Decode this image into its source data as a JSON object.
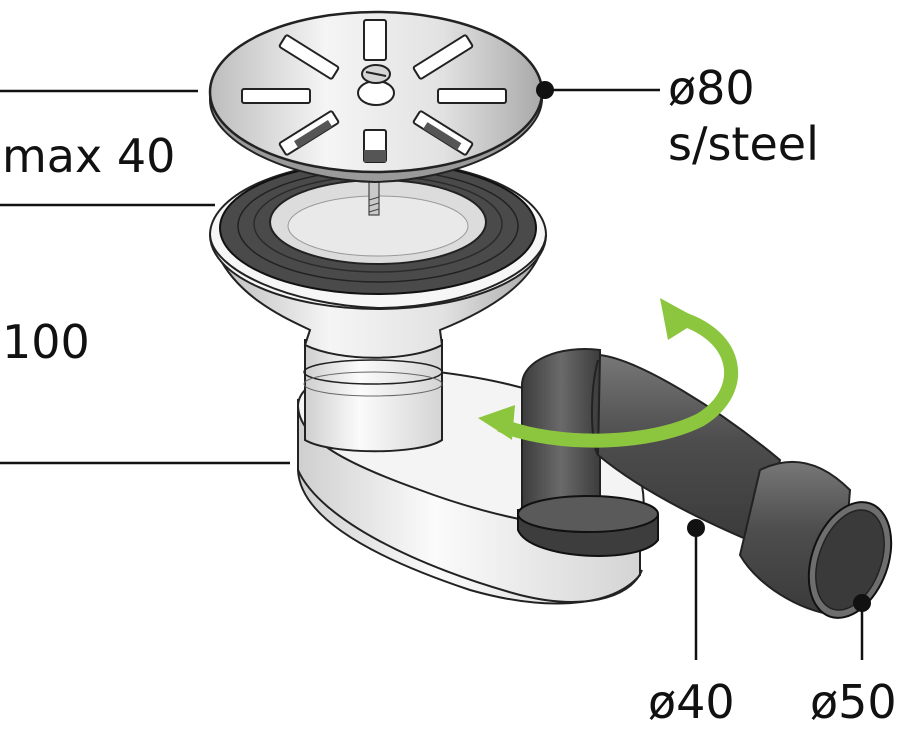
{
  "dimensions": {
    "depth_range": "max 40",
    "total_height": "100"
  },
  "parts": {
    "grate_diameter": "ø80",
    "grate_material": "s/steel",
    "outlet_inner": "ø40",
    "outlet_outer": "ø50"
  },
  "colors": {
    "steel": "#e6e6e6",
    "plastic": "#f1f1f1",
    "rubber": "#4a4a4a",
    "pipe": "#555555",
    "arrow": "#8cc63f",
    "line": "#111111"
  },
  "icons": [
    "rotation-arrow-icon"
  ]
}
